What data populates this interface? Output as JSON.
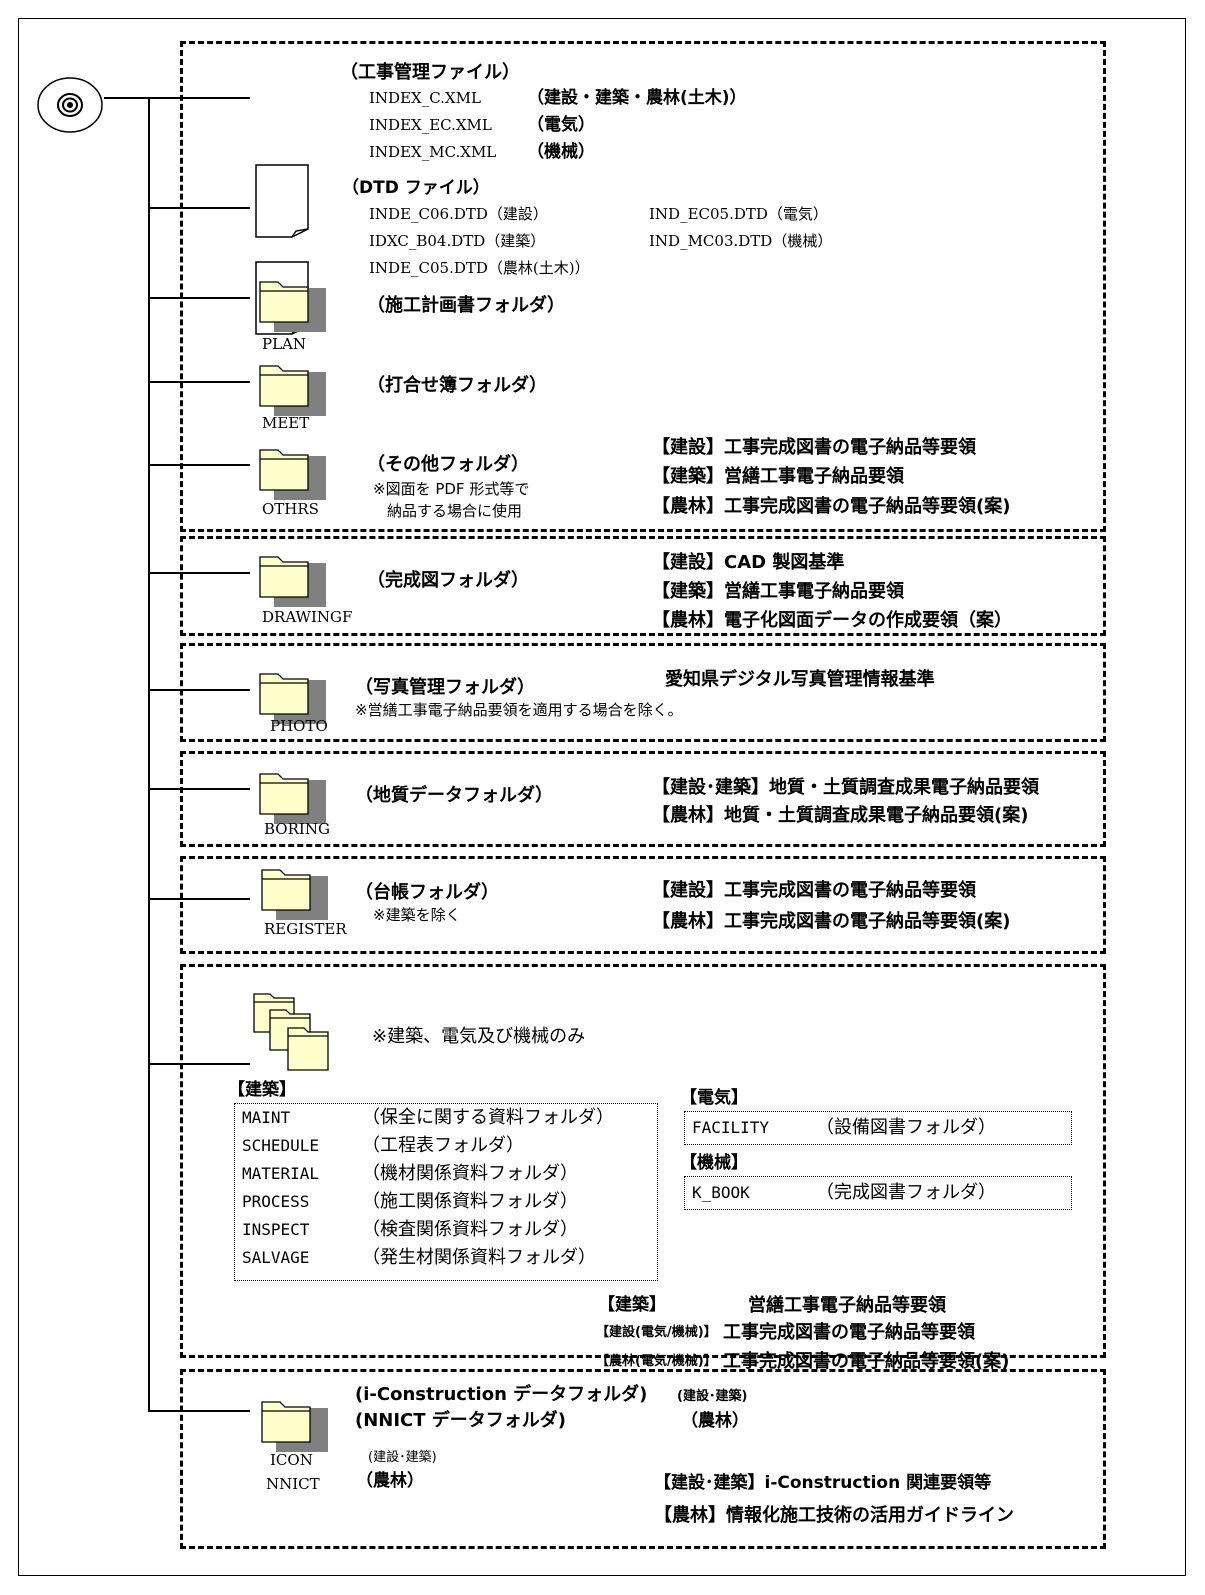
{
  "files": {
    "mgmt": {
      "title": "（工事管理ファイル）",
      "rows": [
        {
          "name": "INDEX_C.XML",
          "desc": "（建設・建築・農林(土木)）"
        },
        {
          "name": "INDEX_EC.XML",
          "desc": "（電気）"
        },
        {
          "name": "INDEX_MC.XML",
          "desc": "（機械）"
        }
      ]
    },
    "dtd": {
      "title": "（DTD ファイル）",
      "c1": [
        "INDE_C06.DTD（建設）",
        "IDXC_B04.DTD（建築）",
        "INDE_C05.DTD（農林(土木)）"
      ],
      "c2": [
        "IND_EC05.DTD（電気）",
        "IND_MC03.DTD（機械）"
      ]
    }
  },
  "folders": {
    "plan": {
      "label": "PLAN",
      "title": "（施工計画書フォルダ）"
    },
    "meet": {
      "label": "MEET",
      "title": "（打合せ簿フォルダ）"
    },
    "othrs": {
      "label": "OTHRS",
      "title": "（その他フォルダ）",
      "note1": "※図面を PDF 形式等で",
      "note2": "納品する場合に使用",
      "refs": [
        "【建設】工事完成図書の電子納品等要領",
        "【建築】営繕工事電子納品要領",
        "【農林】工事完成図書の電子納品等要領(案)"
      ]
    },
    "drawingf": {
      "label": "DRAWINGF",
      "title": "（完成図フォルダ）",
      "refs": [
        "【建設】CAD 製図基準",
        "【建築】営繕工事電子納品要領",
        "【農林】電子化図面データの作成要領（案）"
      ]
    },
    "photo": {
      "label": "PHOTO",
      "title": "（写真管理フォルダ）",
      "note": "※営繕工事電子納品要領を適用する場合を除く。",
      "ref": "愛知県デジタル写真管理情報基準"
    },
    "boring": {
      "label": "BORING",
      "title": "（地質データフォルダ）",
      "refs": [
        "【建設･建築】地質・土質調査成果電子納品要領",
        "【農林】地質・土質調査成果電子納品要領(案)"
      ]
    },
    "register": {
      "label": "REGISTER",
      "title": "（台帳フォルダ）",
      "note": "※建築を除く",
      "refs": [
        "【建設】工事完成図書の電子納品等要領",
        "【農林】工事完成図書の電子納品等要領(案)"
      ]
    },
    "multi": {
      "note": "※建築、電気及び機械のみ",
      "kenchiku": {
        "title": "【建築】",
        "rows": [
          {
            "name": "MAINT",
            "desc": "（保全に関する資料フォルダ）"
          },
          {
            "name": "SCHEDULE",
            "desc": "（工程表フォルダ）"
          },
          {
            "name": "MATERIAL",
            "desc": "（機材関係資料フォルダ）"
          },
          {
            "name": "PROCESS",
            "desc": "（施工関係資料フォルダ）"
          },
          {
            "name": "INSPECT",
            "desc": "（検査関係資料フォルダ）"
          },
          {
            "name": "SALVAGE",
            "desc": "（発生材関係資料フォルダ）"
          }
        ]
      },
      "denki": {
        "title": "【電気】",
        "name": "FACILITY",
        "desc": "（設備図書フォルダ）"
      },
      "kikai": {
        "title": "【機械】",
        "name": "K_BOOK",
        "desc": "（完成図書フォルダ）"
      },
      "refs": [
        {
          "tag": "【建築】",
          "text": "営繕工事電子納品等要領"
        },
        {
          "tag": "【建設(電気/機械)】",
          "text": "工事完成図書の電子納品等要領"
        },
        {
          "tag": "【農林(電気/機械)】",
          "text": "工事完成図書の電子納品等要領(案)"
        }
      ]
    },
    "icon": {
      "label1": "ICON",
      "label2": "NNICT",
      "sub1": "(建設･建築)",
      "sub2": "（農林）",
      "title1": "(i-Construction データフォルダ)",
      "title1b": "(建設･建築)",
      "title2": "(NNICT データフォルダ)",
      "title2b": "（農林）",
      "refs": [
        "【建設･建築】i-Construction 関連要領等",
        "【農林】情報化施工技術の活用ガイドライン"
      ]
    }
  }
}
